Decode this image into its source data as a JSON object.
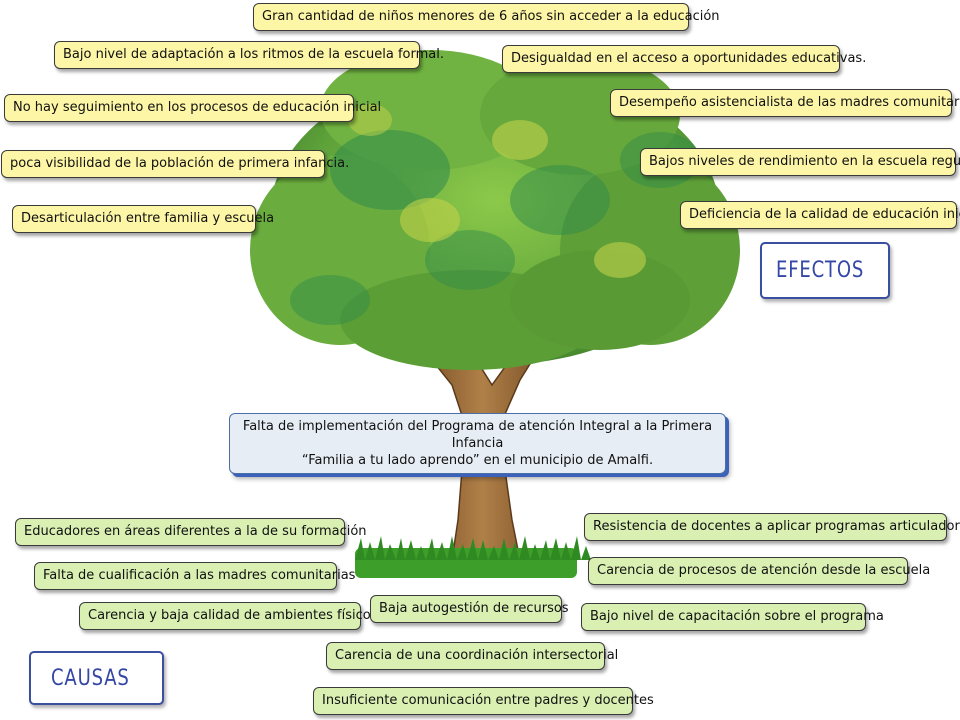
{
  "problem": {
    "line1": "Falta de implementación del Programa de atención Integral a la Primera Infancia",
    "line2": "“Familia a tu lado aprendo” en el municipio de Amalfi."
  },
  "labels": {
    "effects": "EFECTOS",
    "causes": "CAUSAS"
  },
  "effects": [
    "Gran cantidad de niños menores de 6 años sin acceder a la educación",
    "Bajo nivel de adaptación a los ritmos de la escuela formal.",
    "Desigualdad en el acceso a oportunidades educativas.",
    "No hay seguimiento en los procesos de educación inicial",
    "Desempeño asistencialista de las madres comunitarias",
    "poca visibilidad de la población de primera infancia.",
    "Bajos niveles de rendimiento en la escuela regular",
    "Desarticulación entre familia y escuela",
    "Deficiencia de la calidad de educación inicial"
  ],
  "causes": [
    "Educadores en áreas diferentes a la de su formación",
    "Resistencia de docentes a aplicar programas articuladores",
    "Falta de cualificación a las madres comunitarias",
    "Carencia de procesos de atención desde la escuela",
    "Carencia y baja calidad de ambientes físicos",
    "Baja autogestión de recursos",
    "Bajo nivel de capacitación sobre el programa",
    "Carencia de una coordinación intersectorial",
    "Insuficiente comunicación entre padres y docentes"
  ],
  "colors": {
    "effect_box": "#fdf6a6",
    "cause_box": "#d9f0b2",
    "problem_box": "#e6edf4",
    "label_text": "#3446a6",
    "foliage": "#5fa83a",
    "trunk": "#9a6a3a"
  }
}
